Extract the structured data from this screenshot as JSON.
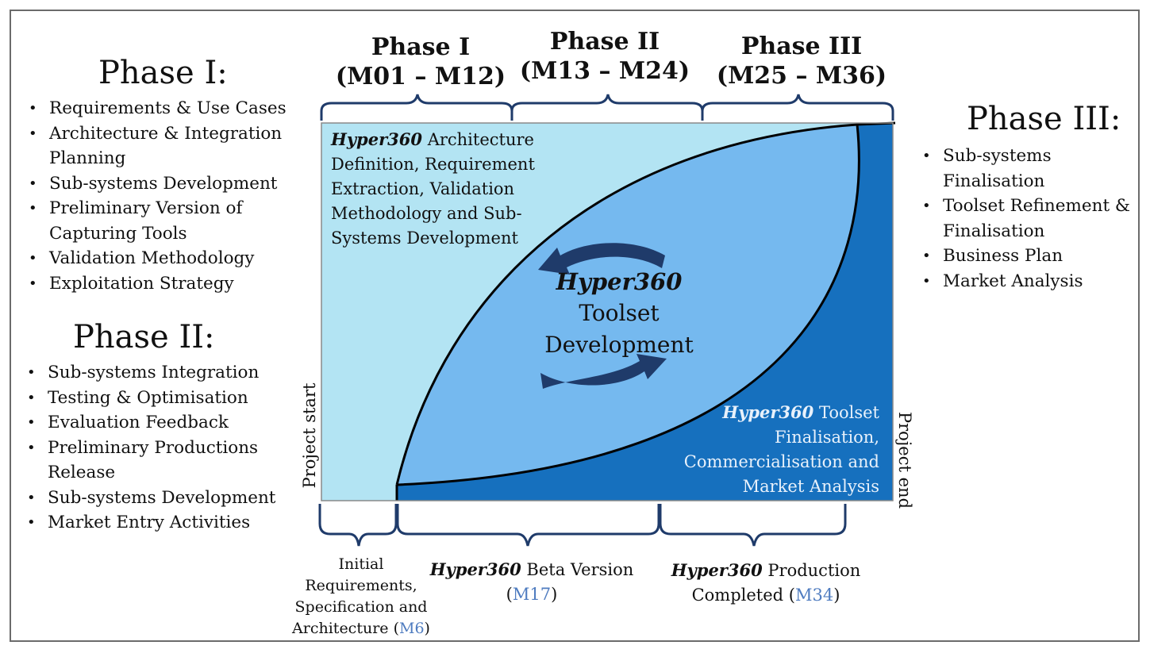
{
  "left_panel": {
    "phase1": {
      "title": "Phase I:",
      "items": [
        "Requirements & Use Cases",
        "Architecture & Integration Planning",
        "Sub-systems Development",
        "Preliminary Version of Capturing Tools",
        "Validation  Methodology",
        "Exploitation Strategy"
      ]
    },
    "phase2": {
      "title": "Phase II:",
      "items": [
        "Sub-systems Integration",
        "Testing & Optimisation",
        "Evaluation Feedback",
        "Preliminary Productions Release",
        "Sub-systems Development",
        "Market Entry Activities"
      ]
    }
  },
  "right_panel": {
    "phase3": {
      "title": "Phase III:",
      "items": [
        "Sub-systems Finalisation",
        "Toolset Refinement & Finalisation",
        "Business Plan",
        "Market Analysis"
      ]
    }
  },
  "top_phases": [
    {
      "name": "Phase I",
      "months": "(M01 – M12)"
    },
    {
      "name": "Phase II",
      "months": "(M13 – M24)"
    },
    {
      "name": "Phase III",
      "months": "(M25 – M36)"
    }
  ],
  "regions": {
    "top_left": {
      "brand": "Hyper360",
      "text": "Architecture Definition, Requirement Extraction, Validation Methodology and Sub-Systems Development"
    },
    "center": {
      "brand": "Hyper360",
      "line1": "Toolset",
      "line2": "Development"
    },
    "bottom_right": {
      "brand": "Hyper360",
      "text_l1": "Toolset",
      "text_l2": "Finalisation,",
      "text_l3": "Commercialisation and",
      "text_l4": "Market Analysis"
    }
  },
  "axis": {
    "start": "Project start",
    "end": "Project end"
  },
  "bottom_milestones": [
    {
      "l1": "Initial",
      "l2": "Requirements,",
      "l3": "Specification and",
      "l4": "Architecture (",
      "milestone": "M6",
      "close": ")"
    },
    {
      "brand": "Hyper360",
      "l1": "Beta Version",
      "open": "(",
      "milestone": "M17",
      "close": ")"
    },
    {
      "brand": "Hyper360",
      "l1": "Production",
      "l2": "Completed (",
      "milestone": "M34",
      "close": ")"
    }
  ],
  "colors": {
    "light_region": "#b3e4f3",
    "middle_region": "#75b9ef",
    "dark_region": "#1670be",
    "arrows": "#1f3b6a",
    "braces": "#1f3b6a",
    "milestone": "#4f7cc0"
  }
}
